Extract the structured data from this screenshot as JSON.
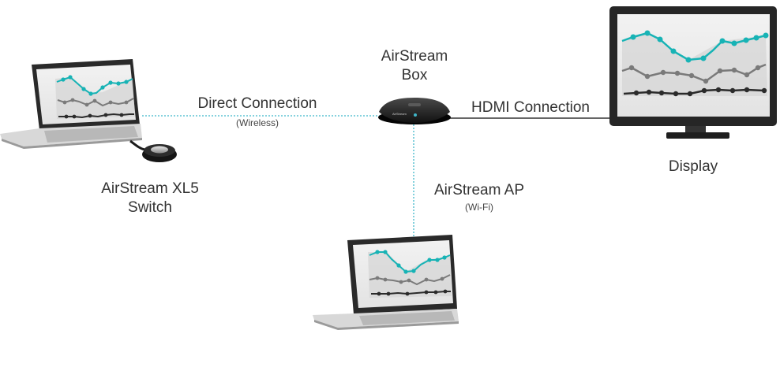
{
  "diagram": {
    "nodes": {
      "laptop_left": {
        "caption_line1": "AirStream XL5",
        "caption_line2": "Switch"
      },
      "box": {
        "caption_line1": "AirStream",
        "caption_line2": "Box",
        "device_text": "AirStream"
      },
      "display": {
        "caption": "Display"
      },
      "laptop_bottom": {}
    },
    "connections": {
      "direct": {
        "label": "Direct Connection",
        "sublabel": "(Wireless)",
        "style": "dotted"
      },
      "hdmi": {
        "label": "HDMI Connection",
        "style": "solid"
      },
      "access_point": {
        "label": "AirStream AP",
        "sublabel": "(Wi-Fi)",
        "style": "dotted"
      }
    },
    "colors": {
      "teal_line": "#17b3b5",
      "gray_line": "#7a7a7a",
      "dark_line": "#2b2b2b",
      "connector_dotted": "#3fb6c9",
      "connector_solid": "#333333",
      "device_frame": "#262626"
    }
  }
}
